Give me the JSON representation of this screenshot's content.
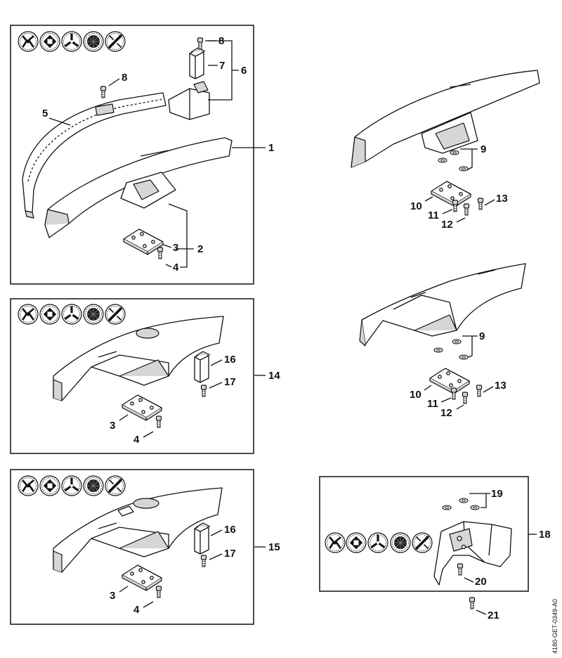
{
  "labels": {
    "l1": "1",
    "l2": "2",
    "l3a": "3",
    "l4a": "4",
    "l5": "5",
    "l6": "6",
    "l7": "7",
    "l8a": "8",
    "l8b": "8",
    "l9a": "9",
    "l10a": "10",
    "l11a": "11",
    "l12a": "12",
    "l13a": "13",
    "l9b": "9",
    "l10b": "10",
    "l11b": "11",
    "l12b": "12",
    "l13b": "13",
    "l14": "14",
    "l16a": "16",
    "l17a": "17",
    "l3b": "3",
    "l4b": "4",
    "l15": "15",
    "l16b": "16",
    "l17b": "17",
    "l3c": "3",
    "l4c": "4",
    "l18": "18",
    "l19": "19",
    "l20": "20",
    "l21": "21"
  },
  "drawing_code": "4180-GET-0349-A0",
  "icons": {
    "row1": [
      "blade-4-tooth-icon",
      "blade-square-icon",
      "blade-3-tooth-icon",
      "saw-blade-icon",
      "blade-2-tooth-icon"
    ],
    "row2": [
      "blade-4-tooth-icon",
      "blade-square-icon",
      "blade-3-tooth-icon",
      "saw-blade-icon",
      "blade-2-tooth-icon"
    ],
    "row3": [
      "blade-4-tooth-icon",
      "blade-square-icon",
      "blade-3-tooth-icon",
      "saw-blade-icon",
      "blade-2-tooth-icon"
    ],
    "row4": [
      "blade-4-tooth-icon",
      "blade-square-icon",
      "blade-3-tooth-icon",
      "saw-blade-icon",
      "blade-2-tooth-icon"
    ]
  }
}
